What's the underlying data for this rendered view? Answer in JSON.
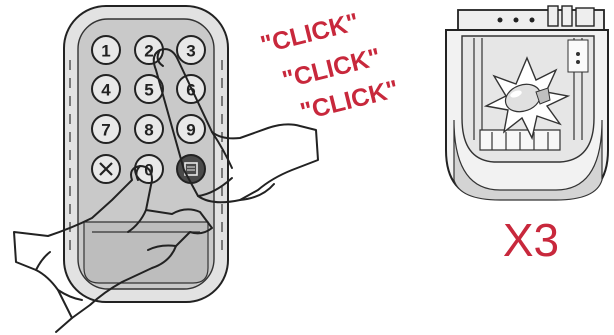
{
  "keypad": {
    "keys": [
      "1",
      "2",
      "3",
      "4",
      "5",
      "6",
      "7",
      "8",
      "9",
      "0"
    ],
    "cancel_icon": "x-cancel-icon",
    "enter_icon": "square-enter-icon"
  },
  "sound": {
    "lines": [
      "\"CLICK\"",
      "\"CLICK\"",
      "\"CLICK\""
    ]
  },
  "opener": {
    "count": "X3",
    "light_icon": "bulb-flash-icon"
  },
  "colors": {
    "accent": "#c8283c",
    "keypad_body": "#d9d9d9",
    "keypad_face": "#c4c4c4"
  }
}
